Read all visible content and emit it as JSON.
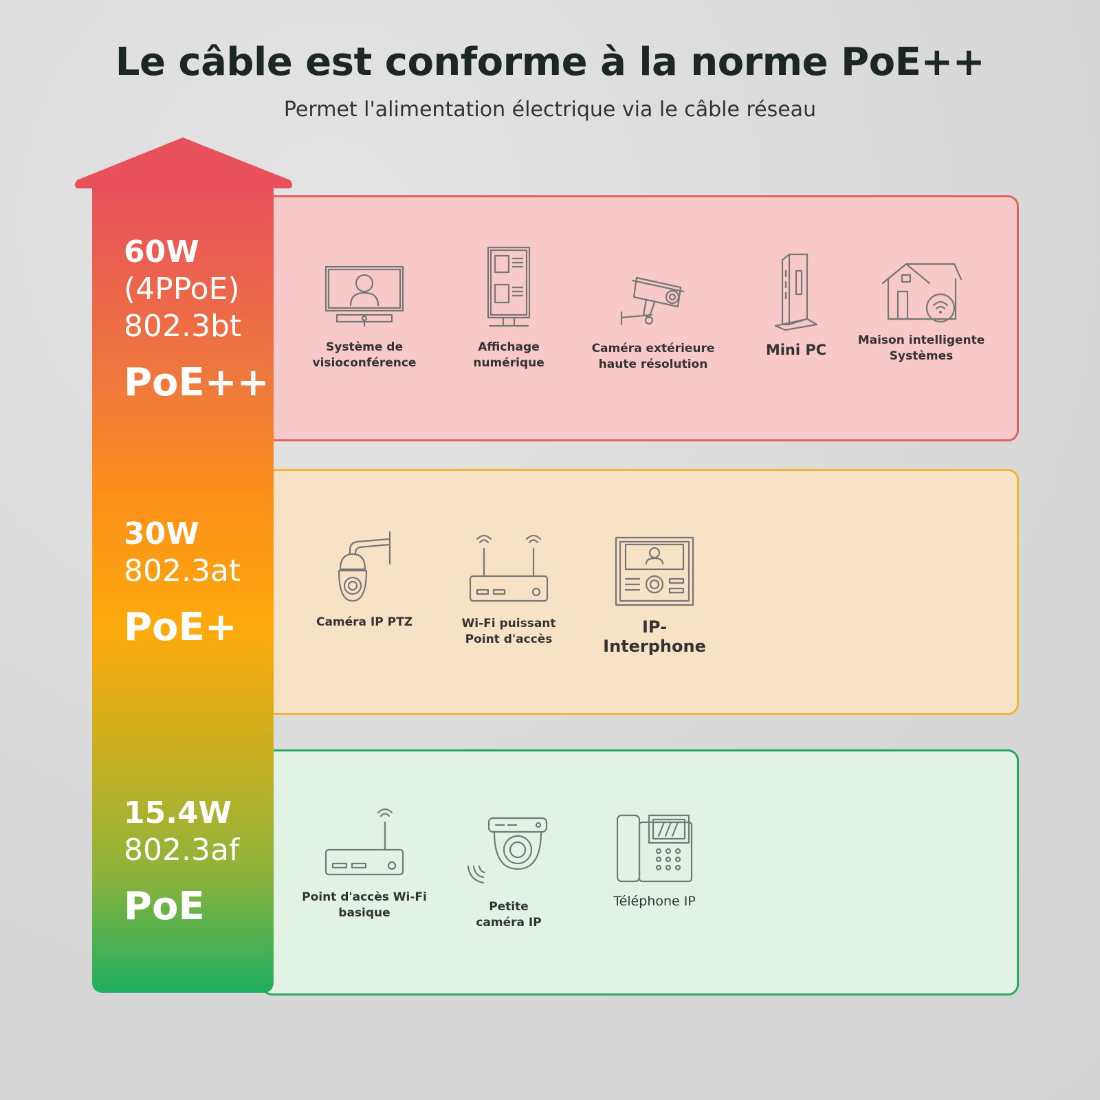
{
  "header": {
    "title": "Le câble est conforme à la norme PoE++",
    "subtitle": "Permet l'alimentation électrique via le câble réseau"
  },
  "colors": {
    "poe_plus_plus": "#e8505b",
    "poe_plus": "#fdaa0c",
    "poe": "#1fae60"
  },
  "tiers": [
    {
      "power": "60W",
      "lines": [
        "(4PPoE)",
        "802.3bt"
      ],
      "name": "PoE++",
      "devices": [
        {
          "icon": "video-conference-icon",
          "label": "Système de\nvisioconférence"
        },
        {
          "icon": "digital-signage-icon",
          "label": "Affichage\nnumérique"
        },
        {
          "icon": "outdoor-camera-icon",
          "label": "Caméra extérieure\nhaute résolution"
        },
        {
          "icon": "mini-pc-icon",
          "label": "Mini PC"
        },
        {
          "icon": "smart-home-icon",
          "label": "Maison intelligente\nSystèmes"
        }
      ]
    },
    {
      "power": "30W",
      "lines": [
        "802.3at"
      ],
      "name": "PoE+",
      "devices": [
        {
          "icon": "ptz-camera-icon",
          "label": "Caméra IP PTZ"
        },
        {
          "icon": "wifi-router-icon",
          "label": "Wi-Fi puissant\nPoint d'accès"
        },
        {
          "icon": "intercom-icon",
          "label": "IP-\nInterphone"
        }
      ]
    },
    {
      "power": "15.4W",
      "lines": [
        "802.3af"
      ],
      "name": "PoE",
      "devices": [
        {
          "icon": "access-point-icon",
          "label": "Point d'accès Wi-Fi\nbasique"
        },
        {
          "icon": "dome-camera-icon",
          "label": "Petite\ncaméra IP"
        },
        {
          "icon": "ip-phone-icon",
          "label": "Téléphone IP"
        }
      ]
    }
  ]
}
